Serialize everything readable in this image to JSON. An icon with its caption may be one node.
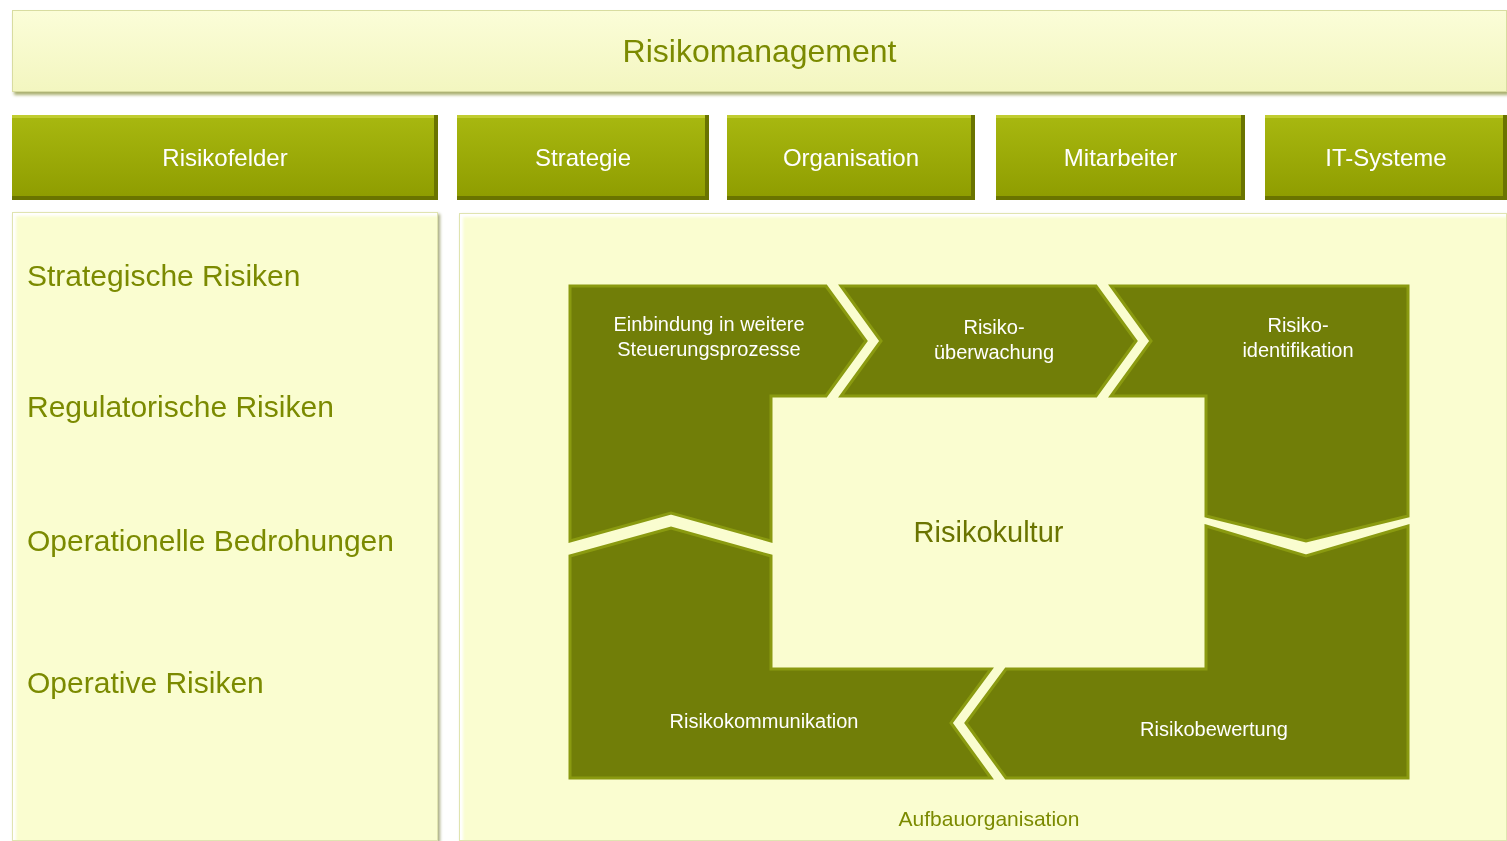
{
  "diagram": {
    "nodes": [
      {
        "text": [
          "Risikomanagement"
        ]
      },
      {
        "text": [
          "Risikofelder"
        ]
      },
      {
        "text": [
          "Strategie"
        ]
      },
      {
        "text": [
          "Organisation"
        ]
      },
      {
        "text": [
          "Mitarbeiter"
        ]
      },
      {
        "text": [
          "IT-Systeme"
        ]
      },
      {
        "text": [
          "Strategische Risiken",
          "Regulatorische Risiken",
          "Operationelle Bedrohungen",
          "Operative Risiken"
        ]
      },
      {
        "text": [
          "Aufbauorganisation"
        ]
      },
      {
        "text": [
          "Einbindung in weitere Steuerungsprozesse"
        ],
        "in": 7
      },
      {
        "text": [
          "Risiko- überwachung"
        ],
        "in": 7
      },
      {
        "text": [
          "Risiko- identifikation"
        ],
        "in": 7
      },
      {
        "text": [
          "Risikokultur"
        ],
        "in": 7
      },
      {
        "text": [
          "Risikokommunikation"
        ],
        "in": 7
      },
      {
        "text": [
          "Risikobewertung"
        ],
        "in": 7
      }
    ]
  }
}
